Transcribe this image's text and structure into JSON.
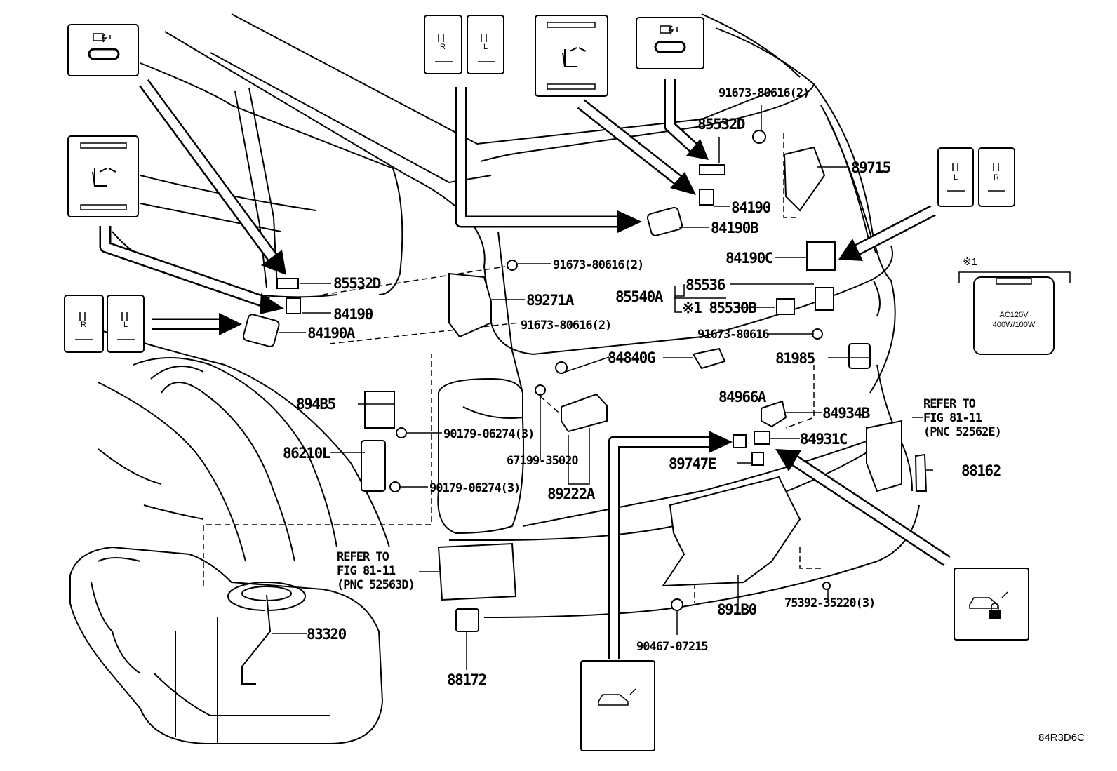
{
  "diagram": {
    "code": "84R3D6C",
    "labels": {
      "l85532D_left": "85532D",
      "l84190_left": "84190",
      "l84190A": "84190A",
      "l91673_2_mid": "91673-80616(2)",
      "l89271A": "89271A",
      "l894B5": "894B5",
      "l86210L": "86210L",
      "l90179_a": "90179-06274(3)",
      "l90179_b": "90179-06274(3)",
      "l67199": "67199-35020",
      "l89222A": "89222A",
      "l91673_2_low": "91673-80616(2)",
      "l84840G": "84840G",
      "l85540A": "85540A",
      "l85536": "85536",
      "l85530B": "※1 85530B",
      "l91673": "91673-80616",
      "l81985": "81985",
      "l84966A": "84966A",
      "l84934B": "84934B",
      "l84931C": "84931C",
      "l89747E": "89747E",
      "l88162": "88162",
      "l891B0": "891B0",
      "l75392": "75392-35220(3)",
      "l90467": "90467-07215",
      "l83320": "83320",
      "l88172": "88172",
      "l85532D_top": "85532D",
      "l91673_2_top": "91673-80616(2)",
      "l89715": "89715",
      "l84190_top": "84190",
      "l84190B": "84190B",
      "l84190C": "84190C"
    },
    "refer_right": {
      "line1": "REFER TO",
      "line2": "FIG 81-11",
      "line3": "(PNC 52562E)"
    },
    "refer_left": {
      "line1": "REFER TO",
      "line2": "FIG 81-11",
      "line3": "(PNC 52563D)"
    },
    "note_mark": "※1",
    "outlet": {
      "line1": "AC120V",
      "line2": "400W/100W"
    },
    "switch_icons": {
      "seat_heater_right": "R",
      "seat_heater_left": "L"
    },
    "icons": [
      "usb-charge-icon",
      "seat-heater-icon",
      "seat-slide-icon",
      "back-door-icon",
      "back-door-lock-icon",
      "power-outlet-icon"
    ]
  }
}
